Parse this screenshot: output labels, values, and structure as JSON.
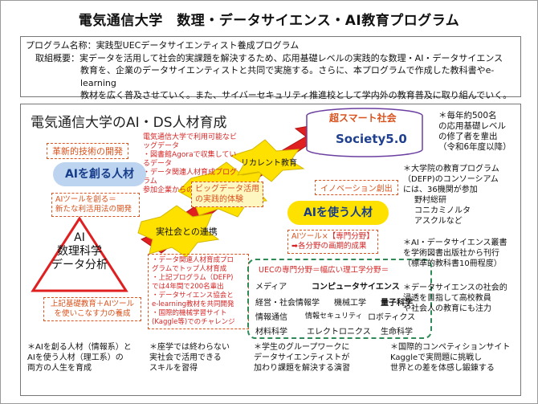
{
  "header": {
    "title": "電気通信大学　数理・データサイエンス・AI教育プログラム"
  },
  "intro": {
    "program_label": "プログラム名称：",
    "program_value": "実践型UECデータサイエンティスト養成プログラム",
    "overview_label": "取組概要：",
    "overview_line1": "実データを活用して社会的実課題を解決するため、応用基礎レベルの実践的な数理・AI・データサイエンス",
    "overview_line2": "教育を、企業のデータサイエンティストと共同で実施する。さらに、本プログラムで作成した教科書やe-learning",
    "overview_line3": "教材を広く普及させていく。また、サイバーセキュリティ推進校として学内外の教育普及に取り組んでいく。"
  },
  "diagram": {
    "heading": "電気通信大学のAI・DS人材育成",
    "super_smart": "超スマート社会",
    "society": "Society5.0",
    "innovation_tech": "革新的技術の開発",
    "uec_data_lines": [
      "電気通信大学で利用可能なビッグデータ",
      "・図書館Agoraで収集しているデータ",
      "・データ関連人材育成プログラム",
      "参加企業からの提供データ"
    ],
    "ai_creators": "AIを創る人材",
    "ai_tool_new_line1": "AIツールを創る＝",
    "ai_tool_new_line2": "新たな利活用法の開発",
    "recurrent": "リカレント教育",
    "bigdata_line1": "ビッグデータ活用",
    "bigdata_line2": "の実践的体験",
    "innovation": "イノベーション創出",
    "ai_users": "AIを使う人材",
    "ai_tool_field_prefix": "AIツール×",
    "ai_tool_field_bracket": "【専門分野】",
    "ai_tool_field_line2": "➡各分野の画期的成果",
    "social_link": "実社会との連携",
    "triangle_line1": "AI",
    "triangle_line2": "数理科学",
    "triangle_line3": "データ分析",
    "base_line1": "上記基礎教育＋AIツール",
    "base_line2": "を使いこなす力の養成",
    "programs": [
      "・データ関連人材育成プロ",
      "グラムでトップ人材育成",
      "・上記プログラム（DEFP)",
      "では4年間で200名輩出",
      "・データサイエンス協会と",
      "e-learning教材を共同開発",
      "・国際的機械学習サイト",
      "(Kaggle等)でのチャレンジ"
    ],
    "fields_title": "UECの専門分野＝幅広い理工学分野＝",
    "fields": {
      "media": "メディア",
      "computer_science": "コンピュータサイエンス",
      "management": "経営・社会情報学",
      "mechanical": "機械工学",
      "quantum": "量子科学",
      "communication": "情報通信",
      "security": "情報セキュリティ",
      "robotics": "ロボティクス",
      "materials": "材料科学",
      "electronics": "エレクトロニクス",
      "life_science": "生命科学"
    },
    "right_note1": [
      "＊毎年約500名",
      "の応用基礎レベル",
      "の修了者を輩出",
      "（令和6年度以降）"
    ],
    "right_note2": [
      "＊大学院の教育プログラム",
      "（DEFP)のコンソーシアム",
      "には、36機関が参加",
      "野村総研",
      "コニカミノルタ",
      "アスクルなど"
    ],
    "right_note3": [
      "＊AI・データサイエンス叢書",
      "を学術図書出版社から刊行",
      "（標準的教科書10冊程度）"
    ],
    "right_note4": [
      "＊データサイエンスの社会的",
      "浸透を目指して高校教員",
      "や社会人の教育にも注力"
    ],
    "bottom_notes": [
      [
        "＊AIを創る人材（情報系）と",
        "AIを使う人材（理工系）の",
        "両方の人生を育成"
      ],
      [
        "＊座学では終わらない",
        "実社会で活用できる",
        "スキルを習得"
      ],
      [
        "＊学生のグループワークに",
        "データサイエンティストが",
        "加わり課題を解決する演習"
      ],
      [
        "＊国際的コンペティションサイト",
        "Kaggleで実問題に挑戦し",
        "世界との差を体感し鍛錬する"
      ]
    ]
  },
  "colors": {
    "orange": "#d9531e",
    "red": "#d42626",
    "blue_fill": "#bcd4f0",
    "yellow_fill": "#ffe100",
    "green": "#2e8b57",
    "purple": "#6b3fa0"
  }
}
